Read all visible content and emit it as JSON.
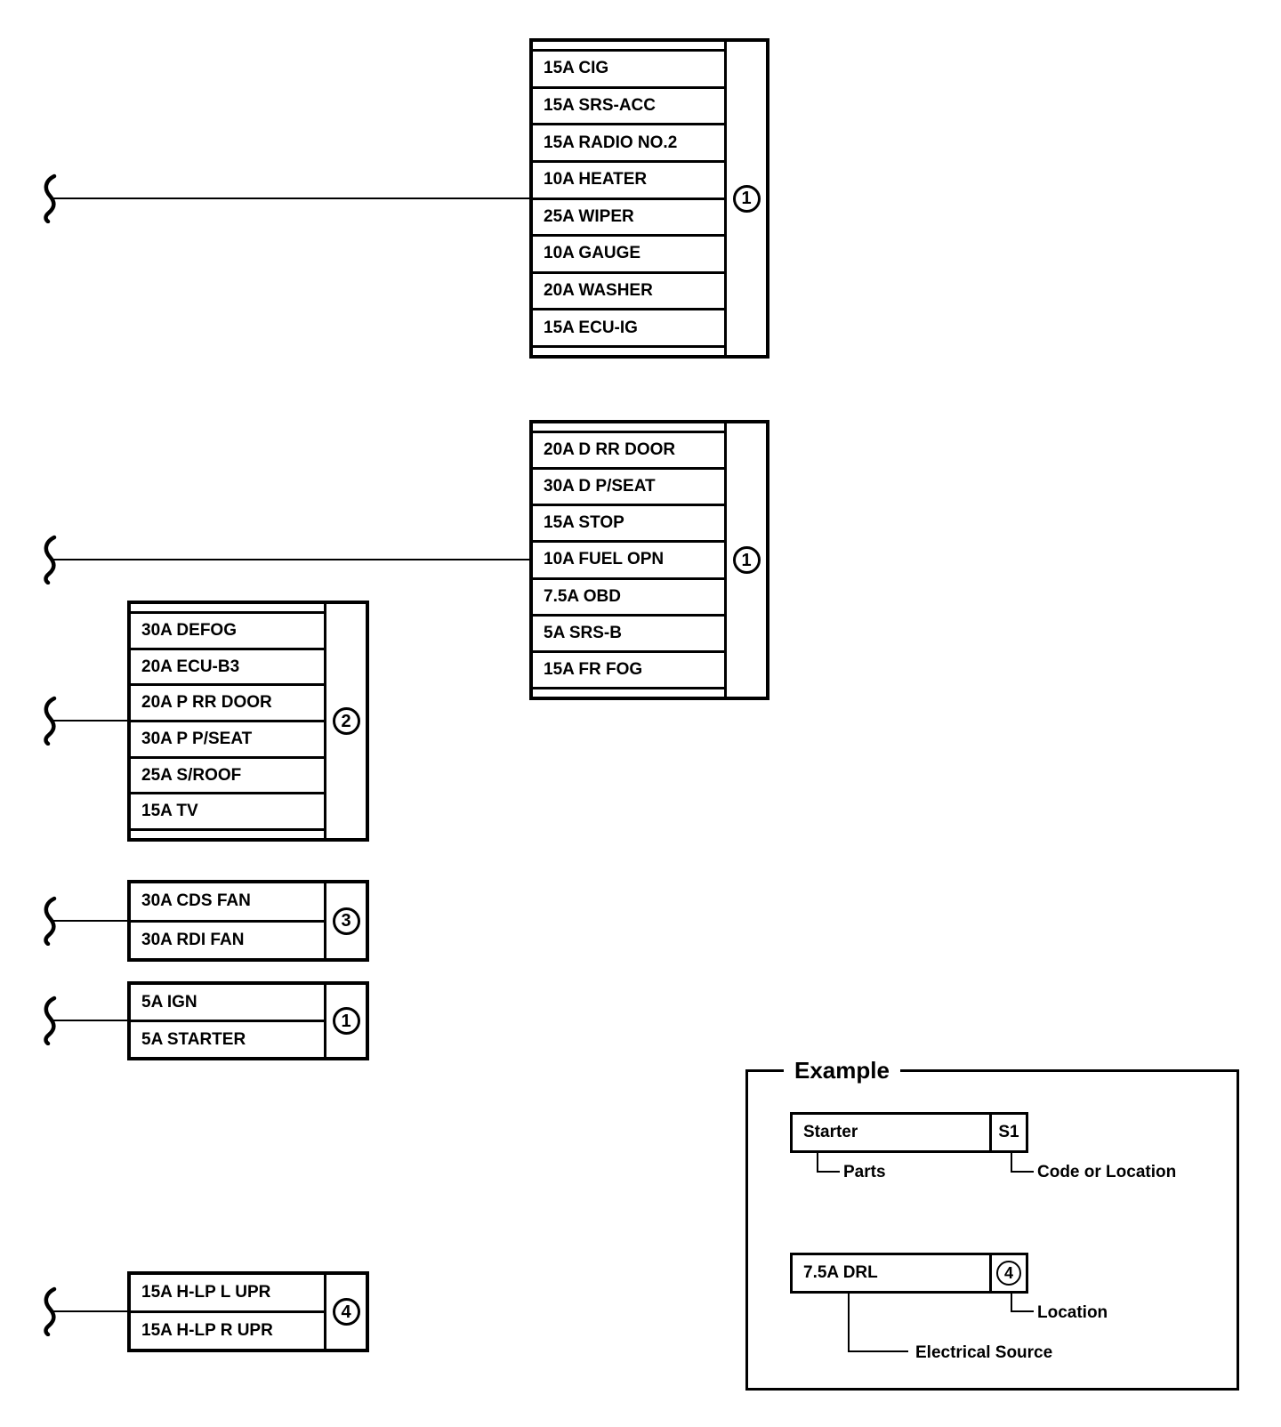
{
  "diagram": {
    "title_hint": "Fuse block location diagram",
    "colors": {
      "ink": "#000000",
      "paper": "#ffffff"
    },
    "blocks": [
      {
        "location_code": "1",
        "rows": [
          "15A CIG",
          "15A SRS-ACC",
          "15A RADIO NO.2",
          "10A HEATER",
          "25A WIPER",
          "10A GAUGE",
          "20A WASHER",
          "15A ECU-IG"
        ]
      },
      {
        "location_code": "1",
        "rows": [
          "20A D RR DOOR",
          "30A D P/SEAT",
          "15A STOP",
          "10A FUEL OPN",
          "7.5A OBD",
          "5A SRS-B",
          "15A FR FOG"
        ]
      },
      {
        "location_code": "2",
        "rows": [
          "30A DEFOG",
          "20A ECU-B3",
          "20A P RR DOOR",
          "30A P P/SEAT",
          "25A S/ROOF",
          "15A TV"
        ]
      },
      {
        "location_code": "3",
        "rows": [
          "30A CDS FAN",
          "30A RDI FAN"
        ]
      },
      {
        "location_code": "1",
        "rows": [
          "5A IGN",
          "5A STARTER"
        ]
      },
      {
        "location_code": "4",
        "rows": [
          "15A H-LP L UPR",
          "15A H-LP R UPR"
        ]
      }
    ],
    "example": {
      "title": "Example",
      "parts_row": {
        "label": "Starter",
        "code": "S1"
      },
      "source_row": {
        "label": "7.5A DRL",
        "location_code": "4"
      },
      "captions": {
        "parts": "Parts",
        "code": "Code or Location",
        "location": "Location",
        "source": "Electrical Source"
      }
    }
  }
}
